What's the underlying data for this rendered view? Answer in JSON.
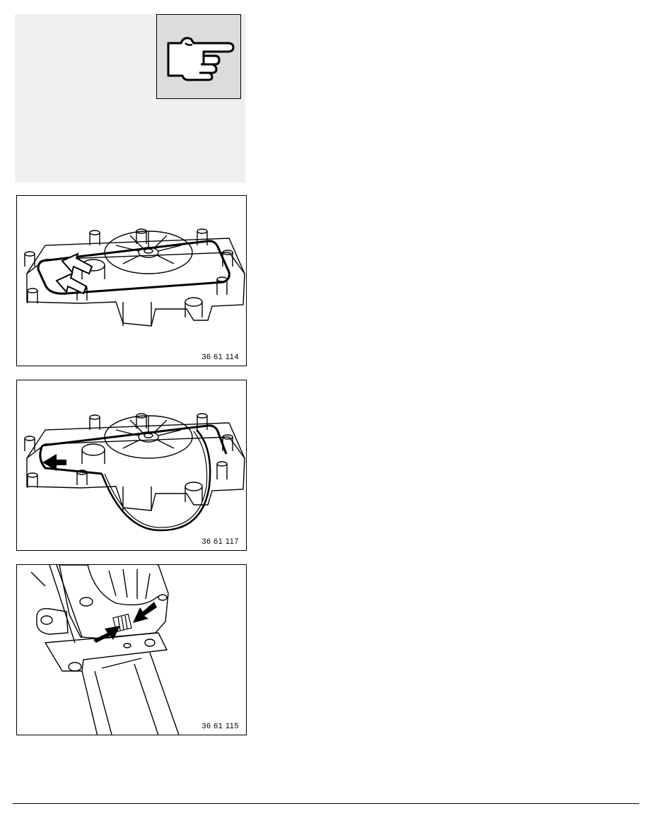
{
  "figures": [
    {
      "code": "36 61 114"
    },
    {
      "code": "36 61 117"
    },
    {
      "code": "36 61 115"
    }
  ],
  "icons": {
    "note": "pointing-hand-icon"
  }
}
